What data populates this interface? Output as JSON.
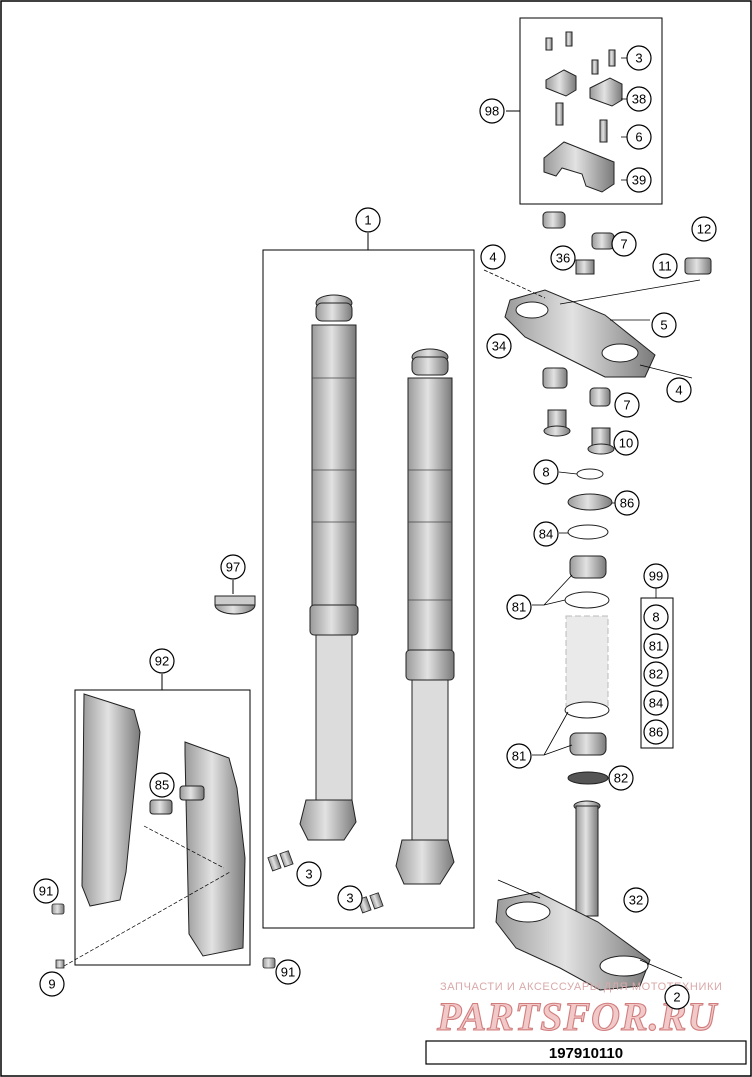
{
  "drawing_id": "197910110",
  "watermark": {
    "tagline": "ЗАПЧАСТИ И АКСЕССУАРЫ ДЛЯ МОТОТЕХНИКИ",
    "brand": "PARTSFOR.RU"
  },
  "callouts": [
    {
      "id": "c-3-top",
      "label": "3"
    },
    {
      "id": "c-38",
      "label": "38"
    },
    {
      "id": "c-6",
      "label": "6"
    },
    {
      "id": "c-39",
      "label": "39"
    },
    {
      "id": "c-98",
      "label": "98"
    },
    {
      "id": "c-1",
      "label": "1"
    },
    {
      "id": "c-4-top",
      "label": "4"
    },
    {
      "id": "c-7-top",
      "label": "7"
    },
    {
      "id": "c-36",
      "label": "36"
    },
    {
      "id": "c-12",
      "label": "12"
    },
    {
      "id": "c-11",
      "label": "11"
    },
    {
      "id": "c-5",
      "label": "5"
    },
    {
      "id": "c-34",
      "label": "34"
    },
    {
      "id": "c-4-right",
      "label": "4"
    },
    {
      "id": "c-7-mid",
      "label": "7"
    },
    {
      "id": "c-10",
      "label": "10"
    },
    {
      "id": "c-8",
      "label": "8"
    },
    {
      "id": "c-86",
      "label": "86"
    },
    {
      "id": "c-84",
      "label": "84"
    },
    {
      "id": "c-97",
      "label": "97"
    },
    {
      "id": "c-99",
      "label": "99"
    },
    {
      "id": "c-99-8",
      "label": "8"
    },
    {
      "id": "c-99-81",
      "label": "81"
    },
    {
      "id": "c-99-82",
      "label": "82"
    },
    {
      "id": "c-99-84",
      "label": "84"
    },
    {
      "id": "c-99-86",
      "label": "86"
    },
    {
      "id": "c-81-top",
      "label": "81"
    },
    {
      "id": "c-92",
      "label": "92"
    },
    {
      "id": "c-85",
      "label": "85"
    },
    {
      "id": "c-81-bot",
      "label": "81"
    },
    {
      "id": "c-82",
      "label": "82"
    },
    {
      "id": "c-3-left",
      "label": "3"
    },
    {
      "id": "c-3-right",
      "label": "3"
    },
    {
      "id": "c-91-left",
      "label": "91"
    },
    {
      "id": "c-32",
      "label": "32"
    },
    {
      "id": "c-9",
      "label": "9"
    },
    {
      "id": "c-91-bot",
      "label": "91"
    },
    {
      "id": "c-2",
      "label": "2"
    }
  ]
}
